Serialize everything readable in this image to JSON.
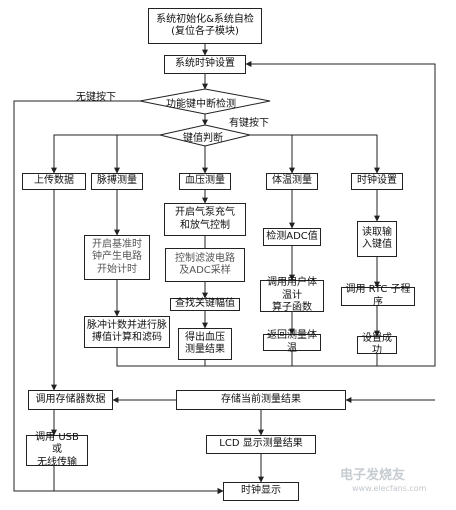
{
  "nodes": {
    "init": "系统初始化&系统自检\n(复位各子模块)",
    "clock_set_main": "系统时钟设置",
    "func_key_detect": "功能键中断检测",
    "key_judge": "键值判断",
    "upload": "上传数据",
    "pulse_measure": "脉搏测量",
    "bp_measure": "血压测量",
    "temp_measure": "体温测量",
    "clock_set": "时钟设置",
    "pulse_step1": "开启基准时\n钟产生电路\n开始计时",
    "bp_step1": "开启气泵充气\n和放气控制",
    "temp_step1": "检测ADC值",
    "clock_step1": "读取输\n入键值",
    "bp_step2": "控制滤波电路\n及ADC采样",
    "temp_step2": "调用用户体温计\n算子函数",
    "clock_step2": "调用 RTC 子程序",
    "bp_step3": "查找关键幅值",
    "pulse_step2": "脉冲计数并进行脉\n搏值计算和滤码",
    "bp_step4": "得出血压\n测量结果",
    "temp_step3": "返回测量体温",
    "clock_step3": "设置成功",
    "call_storage": "调用存储器数据",
    "store_result": "存储当前测量结果",
    "usb_wireless": "调用 USB 或\n无线传输",
    "lcd_display": "LCD 显示测量结果",
    "clock_display": "时钟显示"
  },
  "labels": {
    "no_key": "无键按下",
    "has_key": "有键按下"
  },
  "watermark": {
    "text": "电子发烧友",
    "url": "www.elecfans.com"
  }
}
